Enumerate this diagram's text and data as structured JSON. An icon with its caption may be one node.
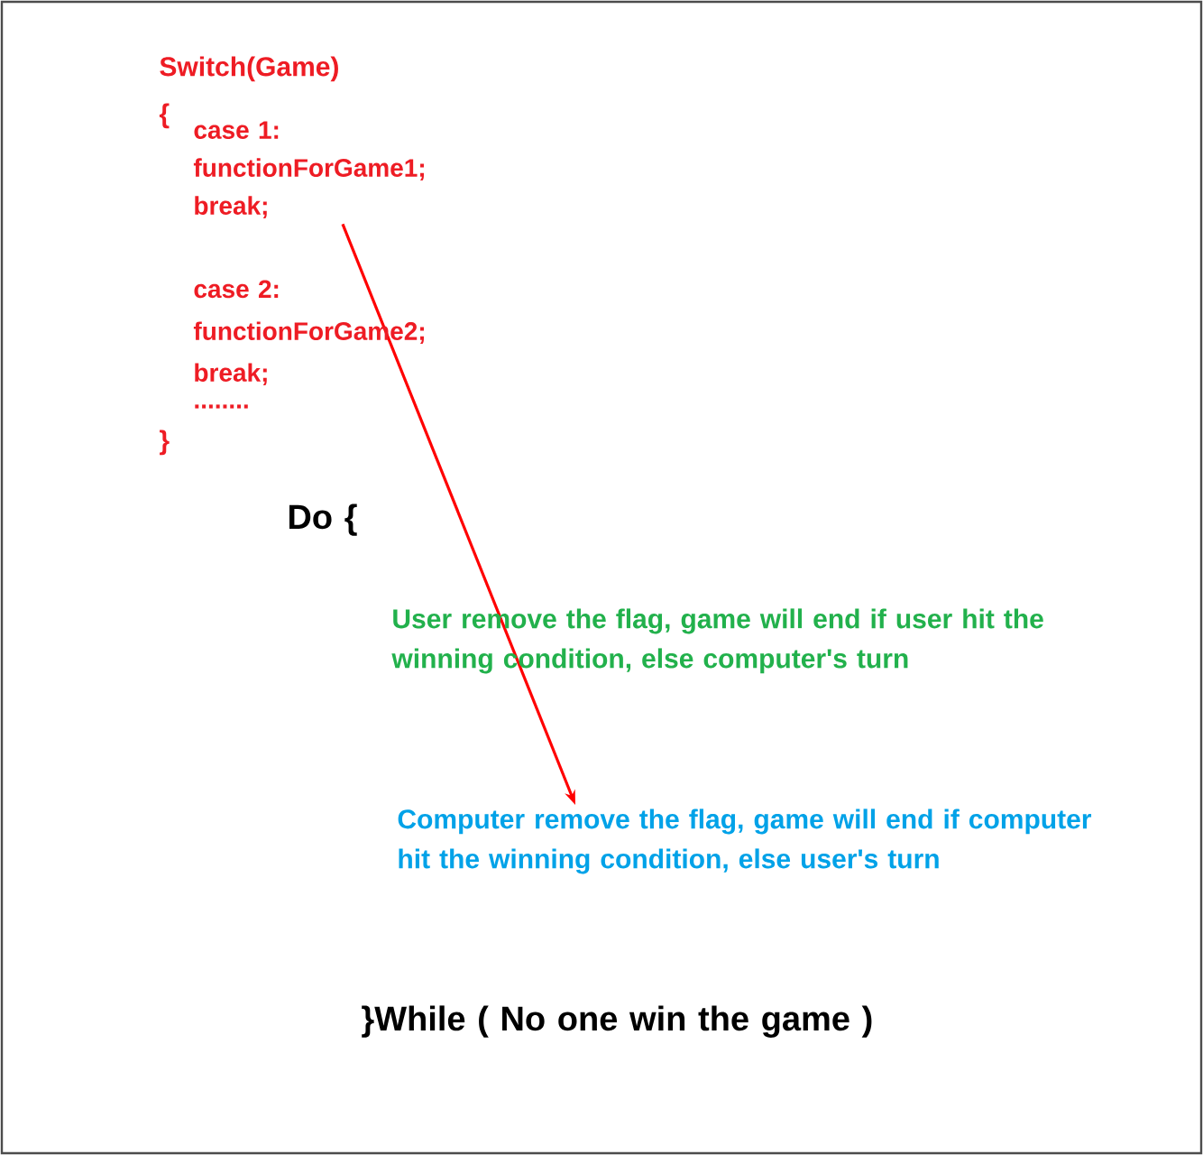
{
  "diagram": {
    "nodes": [
      {
        "text": [
          "case 1:",
          "functionForGame1;",
          "break;"
        ]
      },
      {
        "text": [
          "Computer remove the flag, game will end if computer hit the winning condition, else user's turn"
        ]
      }
    ],
    "edges": [
      {
        "from": 0,
        "to": 1,
        "arrow": "to",
        "color": "#ff0000"
      }
    ],
    "labels": [
      "Switch(Game)",
      "{",
      "case 2:",
      "functionForGame2;",
      "break;",
      "........",
      "}",
      "Do {",
      "User remove the flag, game will end if user hit the winning condition, else computer's turn",
      "}While ( No one win the game )"
    ]
  }
}
